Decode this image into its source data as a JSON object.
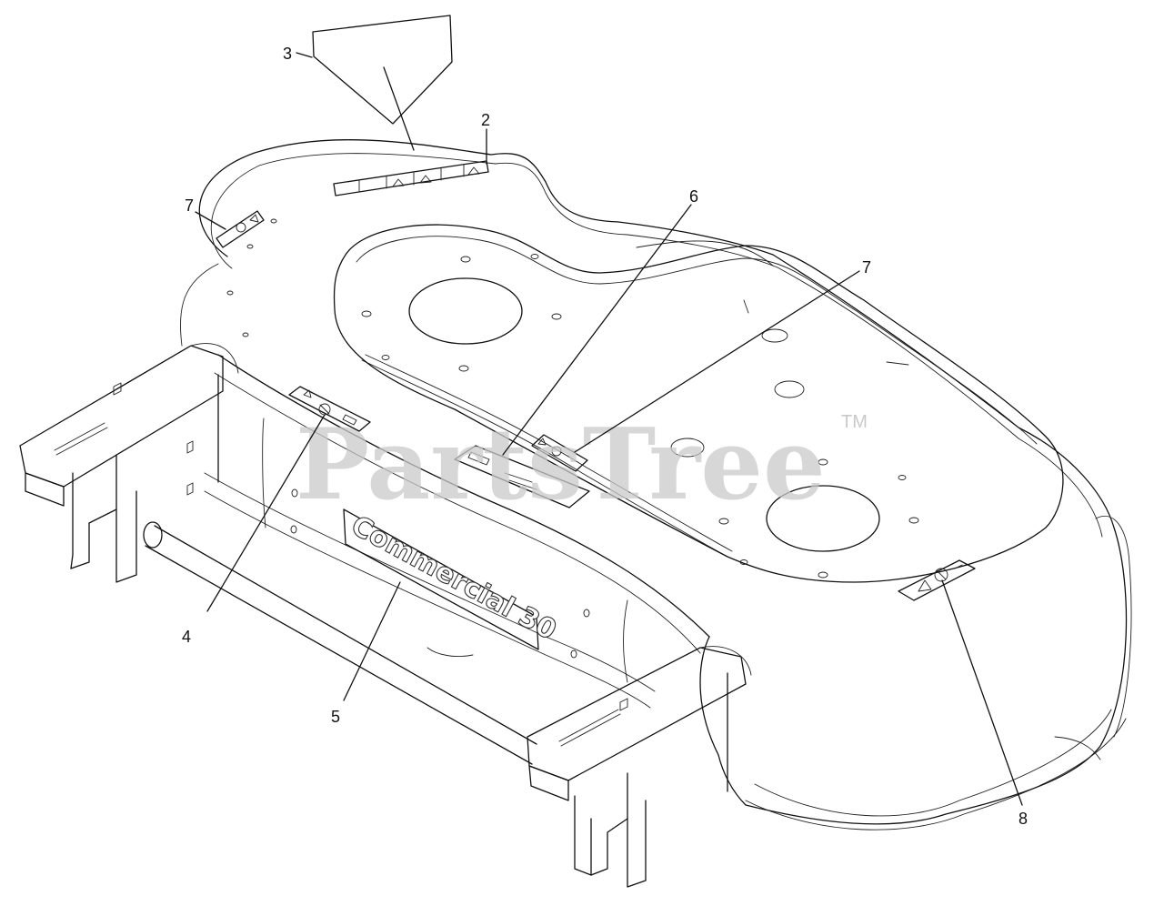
{
  "watermark": {
    "text": "PartsTree",
    "trademark": "TM"
  },
  "deck_plate": {
    "text": "Commercial 30"
  },
  "callouts": [
    {
      "id": "c3",
      "label": "3"
    },
    {
      "id": "c2",
      "label": "2"
    },
    {
      "id": "c7a",
      "label": "7"
    },
    {
      "id": "c6",
      "label": "6"
    },
    {
      "id": "c7b",
      "label": "7"
    },
    {
      "id": "c4",
      "label": "4"
    },
    {
      "id": "c5",
      "label": "5"
    },
    {
      "id": "c8",
      "label": "8"
    }
  ]
}
